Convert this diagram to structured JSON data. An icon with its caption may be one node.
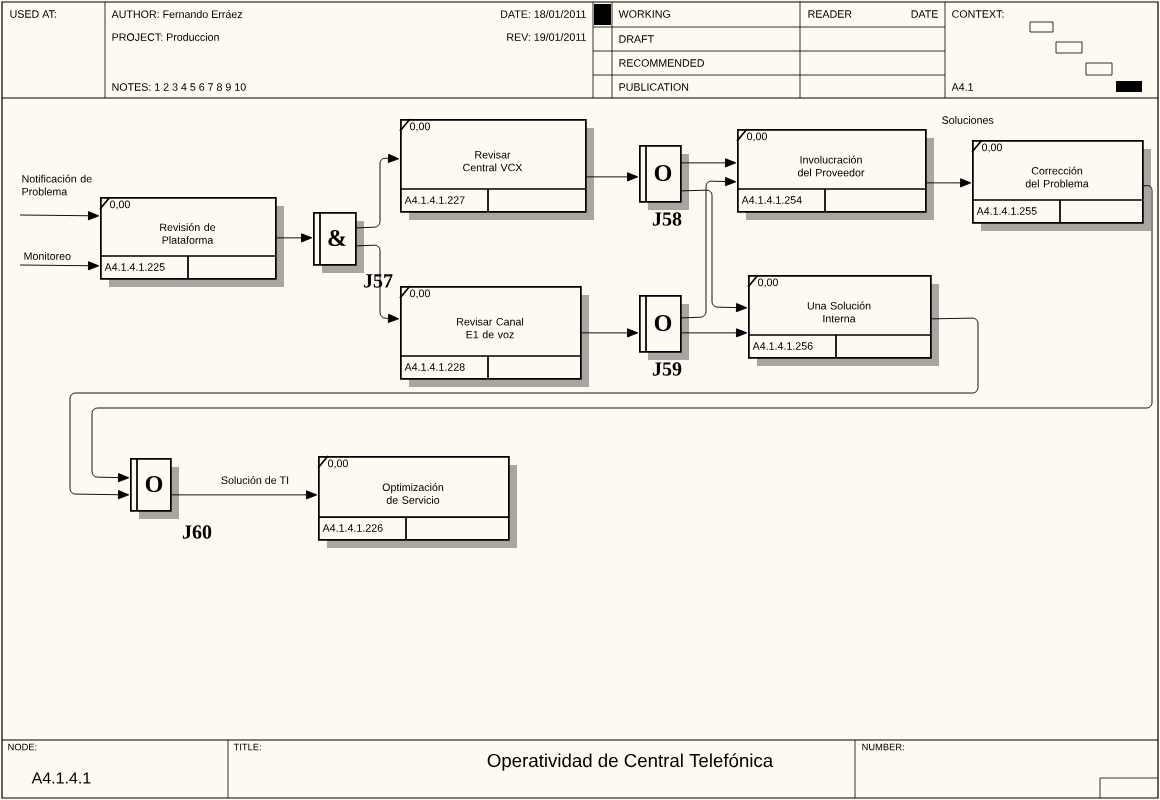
{
  "diagram": {
    "title": "Operatividad de Central Telefónica",
    "nodes": [
      {
        "text": [
          "Revisión de Plataforma",
          "0,00",
          "A4.1.4.1.225"
        ]
      },
      {
        "text": [
          "&"
        ],
        "beside": [
          "J57"
        ]
      },
      {
        "text": [
          "Revisar Central VCX",
          "0,00",
          "A4.1.4.1.227"
        ]
      },
      {
        "text": [
          "Revisar Canal E1 de voz",
          "0,00",
          "A4.1.4.1.228"
        ]
      },
      {
        "text": [
          "O"
        ],
        "beside": [
          "J58"
        ]
      },
      {
        "text": [
          "O"
        ],
        "beside": [
          "J59"
        ]
      },
      {
        "text": [
          "Involucración del Proveedor",
          "0,00",
          "A4.1.4.1.254"
        ]
      },
      {
        "text": [
          "Una Solución Interna",
          "0,00",
          "A4.1.4.1.256"
        ]
      },
      {
        "text": [
          "Corrección del Problema",
          "0,00",
          "A4.1.4.1.255"
        ]
      },
      {
        "text": [
          "O"
        ],
        "beside": [
          "J60"
        ]
      },
      {
        "text": [
          "Optimización de Servicio",
          "0,00",
          "A4.1.4.1.226"
        ]
      }
    ],
    "edges": [
      {
        "from": null,
        "to": 0,
        "arrow": "to",
        "label": "Notificación de Problema"
      },
      {
        "from": null,
        "to": 0,
        "arrow": "to",
        "label": "Monitoreo"
      },
      {
        "from": 0,
        "to": 1,
        "arrow": "to"
      },
      {
        "from": 1,
        "to": 2,
        "arrow": "to"
      },
      {
        "from": 1,
        "to": 3,
        "arrow": "to"
      },
      {
        "from": 2,
        "to": 4,
        "arrow": "to"
      },
      {
        "from": 3,
        "to": 5,
        "arrow": "to"
      },
      {
        "from": 4,
        "to": 6,
        "arrow": "to"
      },
      {
        "from": 4,
        "to": 7,
        "arrow": "to"
      },
      {
        "from": 5,
        "to": 6,
        "arrow": "to"
      },
      {
        "from": 5,
        "to": 7,
        "arrow": "to"
      },
      {
        "from": 6,
        "to": 8,
        "arrow": "to"
      },
      {
        "from": 7,
        "to": 9,
        "arrow": "to"
      },
      {
        "from": 8,
        "to": 9,
        "arrow": "to"
      },
      {
        "from": 9,
        "to": 10,
        "arrow": "to",
        "label": "Solución de TI"
      }
    ],
    "labels": [
      "USED AT:",
      "AUTHOR: Fernando Erráez",
      "DATE: 18/01/2011",
      "WORKING",
      "READER",
      "DATE",
      "CONTEXT:",
      "PROJECT: Produccion",
      "REV: 19/01/2011",
      "DRAFT",
      "RECOMMENDED",
      "NOTES: 1 2 3 4 5 6 7 8 9 10",
      "PUBLICATION",
      "A4.1",
      "Soluciones",
      "NODE:",
      "A4.1.4.1",
      "TITLE:",
      "NUMBER:"
    ]
  }
}
